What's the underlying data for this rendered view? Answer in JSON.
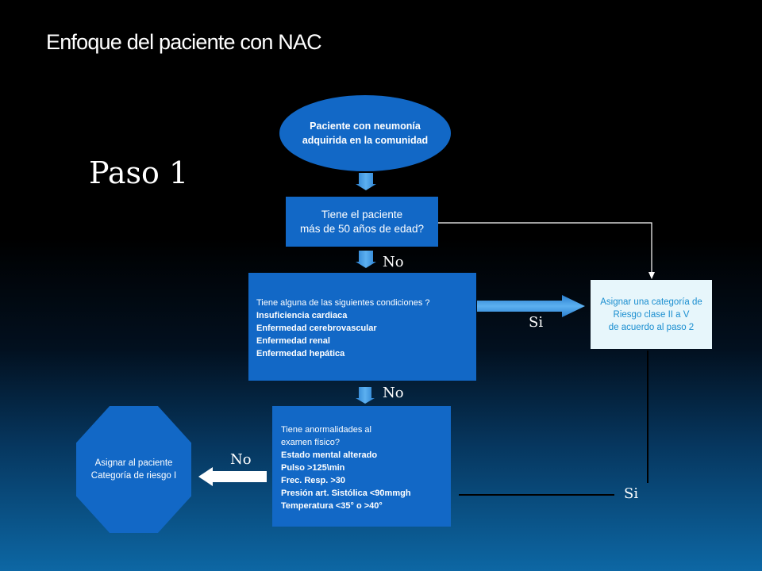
{
  "title": "Enfoque del paciente con NAC",
  "step": "Paso 1",
  "nodes": {
    "start": [
      "Paciente con neumonía",
      "adquirida en la comunidad"
    ],
    "age_question": [
      "Tiene el paciente",
      "más de 50 años de edad?"
    ],
    "conditions": {
      "question": "Tiene  alguna de las siguientes condiciones ?",
      "items": [
        "Insuficiencia cardiaca",
        "Enfermedad cerebrovascular",
        "Enfermedad renal",
        "Enfermedad hepática"
      ]
    },
    "exam": {
      "question": [
        "Tiene  anormalidades al",
        "examen  físico?"
      ],
      "items": [
        "Estado mental alterado",
        "Pulso >125\\min",
        "Frec. Resp. >30",
        "Presión art. Sistólica <90mmgh",
        "Temperatura  <35° o >40°"
      ]
    },
    "risk_assign": [
      "Asignar una categoría de",
      "Riesgo clase II a V",
      "de acuerdo al paso 2"
    ],
    "category_assign": [
      "Asignar al paciente",
      "Categoría  de riesgo I"
    ]
  },
  "labels": {
    "no_1": "No",
    "yes_1": "Si",
    "no_2": "No",
    "no_3": "No",
    "yes_2": "Si"
  },
  "colors": {
    "node_fill": "#1268c6",
    "risk_fill": "#e7f6fb",
    "risk_text": "#1a8ed0",
    "arrow_fill": "#3d95e0"
  }
}
